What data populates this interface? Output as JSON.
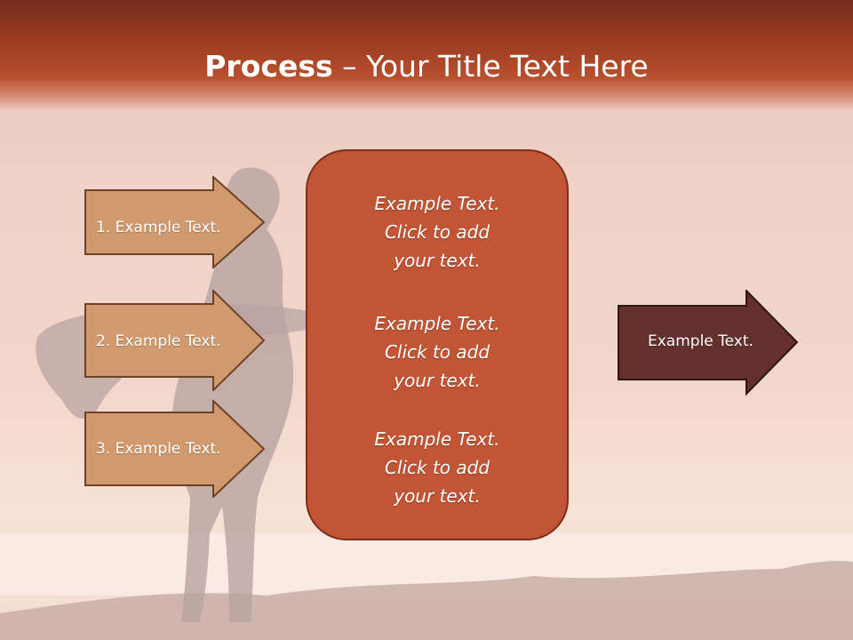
{
  "slide": {
    "title_bold": "Process",
    "title_rest": " – Your Title Text Here"
  },
  "steps": [
    {
      "label": "1. Example Text."
    },
    {
      "label": "2. Example Text."
    },
    {
      "label": "3. Example Text."
    }
  ],
  "center_blocks": [
    {
      "line1": "Example Text.",
      "line2": "Click  to add",
      "line3": "your text."
    },
    {
      "line1": "Example Text.",
      "line2": "Click  to add",
      "line3": "your text."
    },
    {
      "line1": "Example Text.",
      "line2": "Click  to add",
      "line3": "your text."
    }
  ],
  "output": {
    "label": "Example Text."
  },
  "colors": {
    "header": "#9a3a20",
    "step_arrow": "#d09a6e",
    "center_box": "#c25535",
    "output_arrow": "#63302e"
  }
}
